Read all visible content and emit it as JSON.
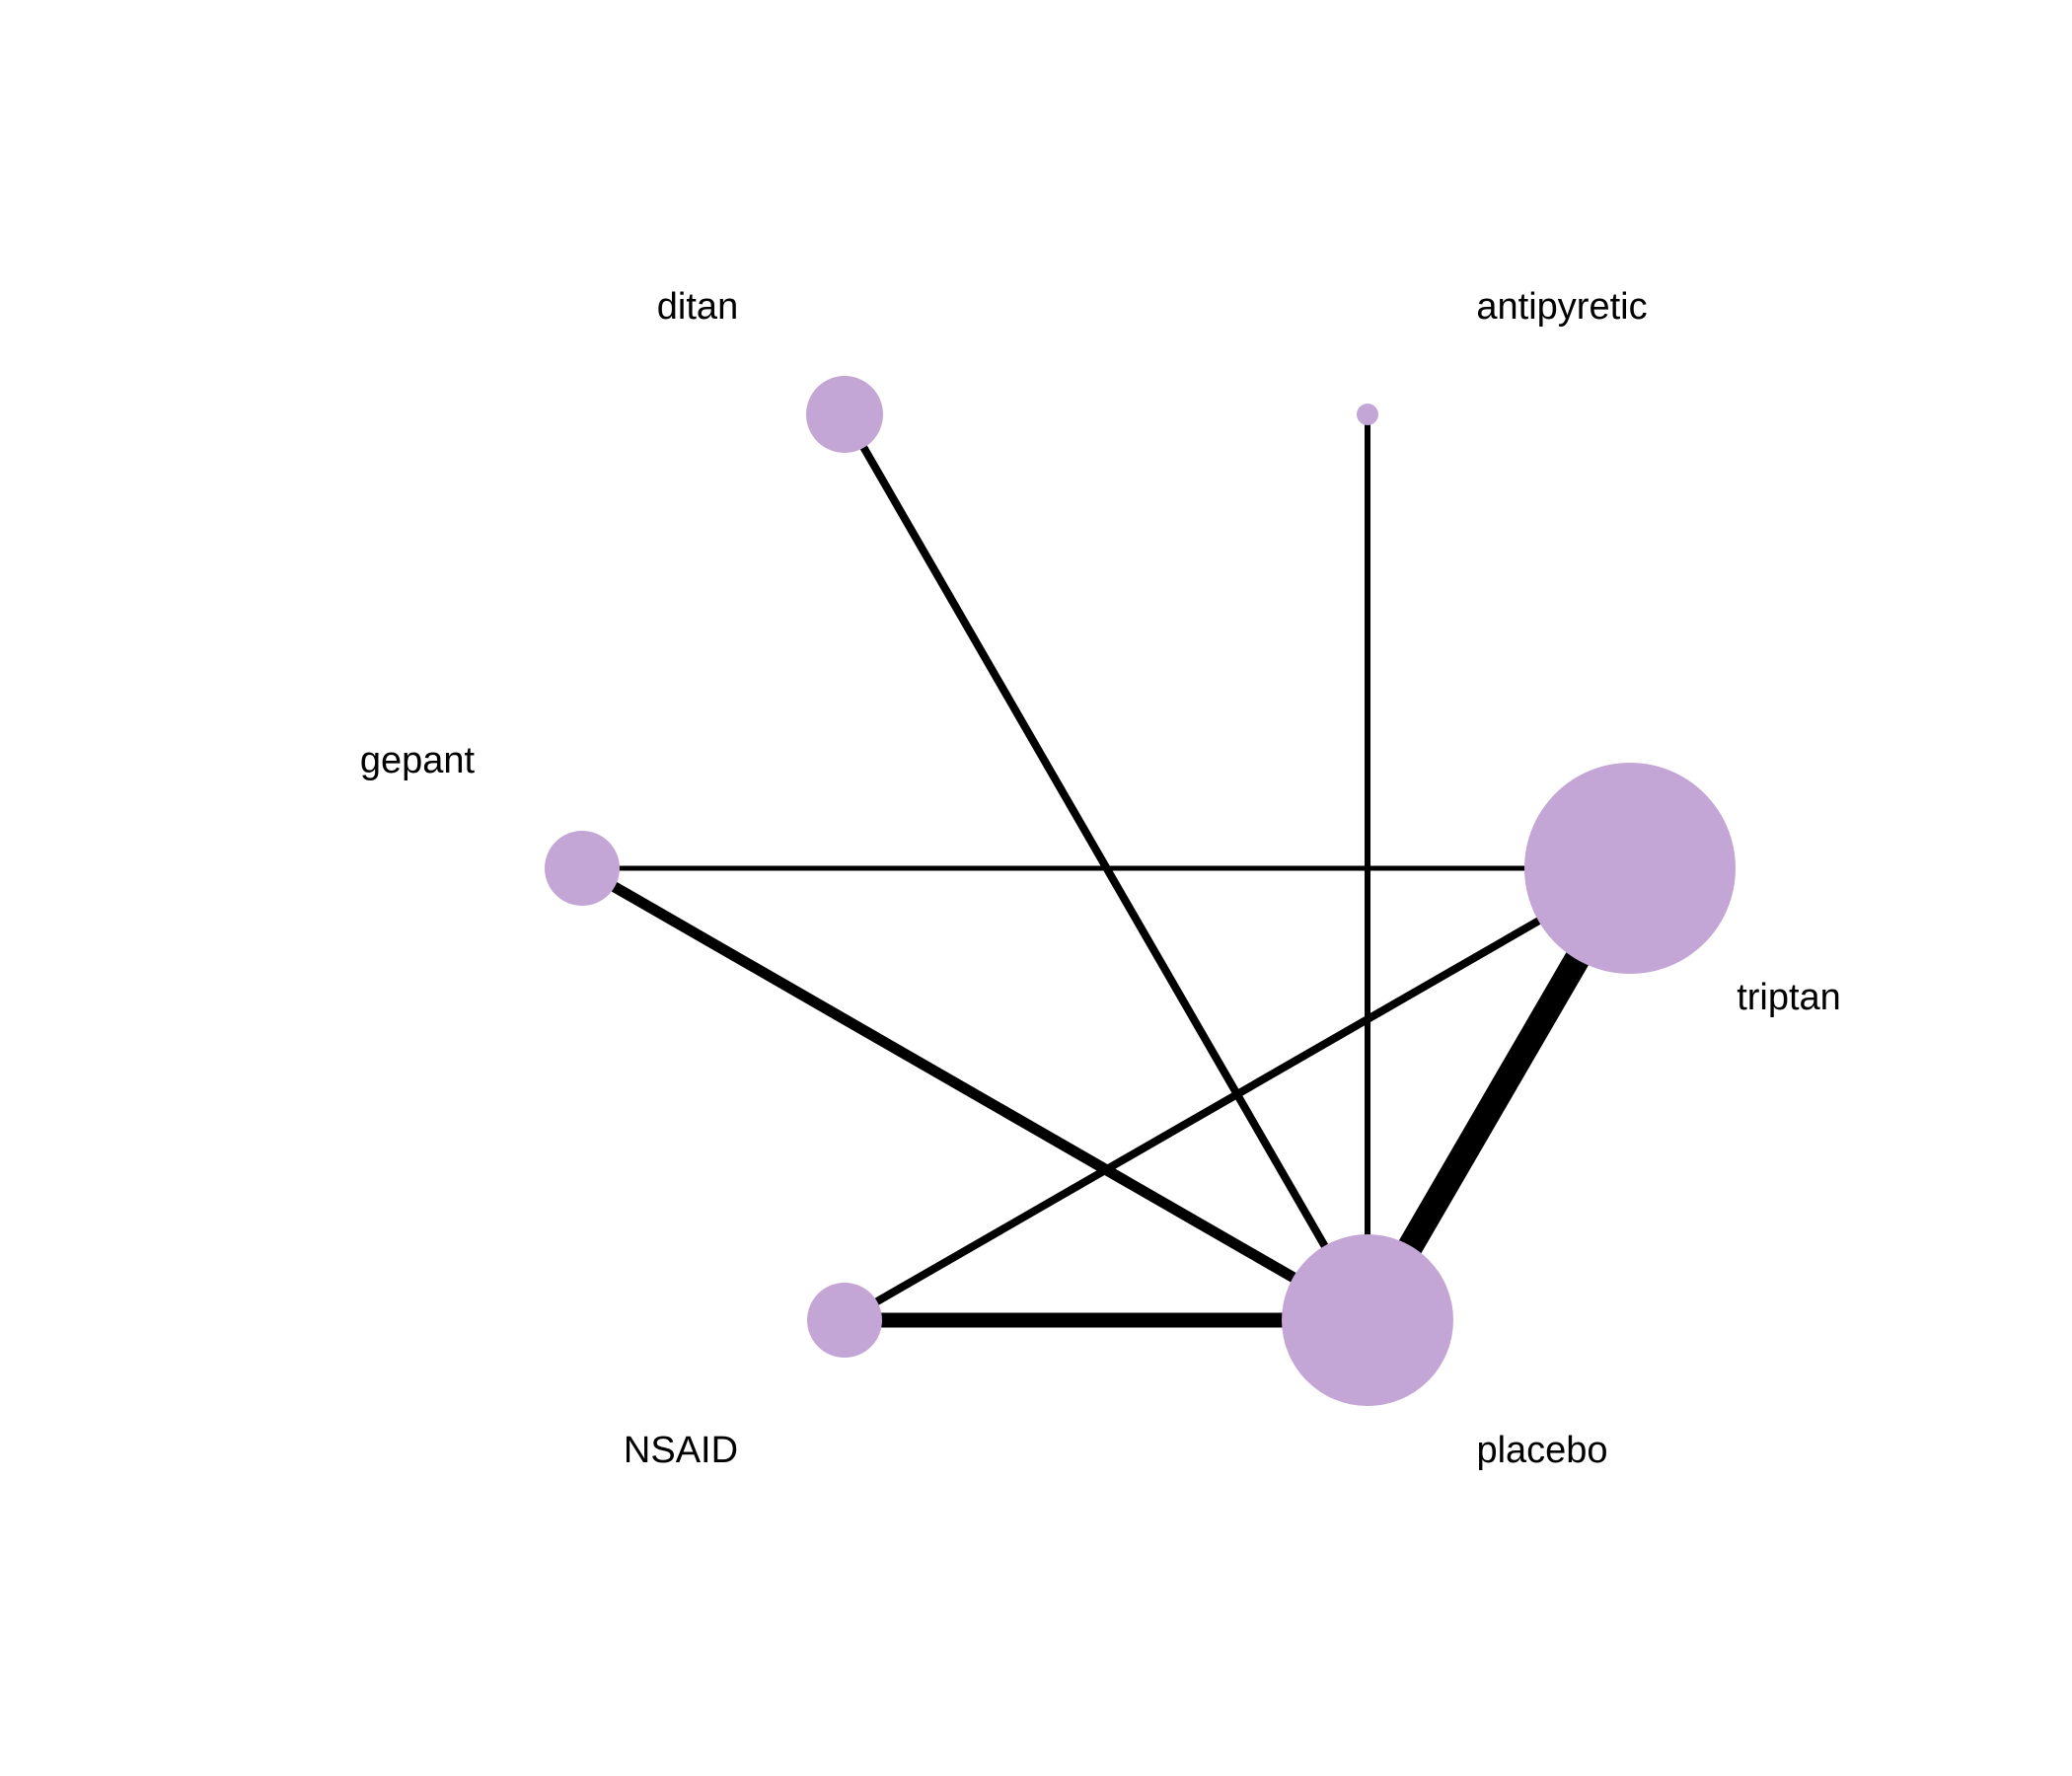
{
  "diagram": {
    "type": "network",
    "colors": {
      "node_fill": "#c4a6d6",
      "edge": "#000000",
      "label": "#000000",
      "background": "#ffffff"
    },
    "nodes": [
      {
        "id": "ditan",
        "label": "ditan"
      },
      {
        "id": "antipyretic",
        "label": "antipyretic"
      },
      {
        "id": "gepant",
        "label": "gepant"
      },
      {
        "id": "triptan",
        "label": "triptan"
      },
      {
        "id": "NSAID",
        "label": "NSAID"
      },
      {
        "id": "placebo",
        "label": "placebo"
      }
    ],
    "edges": [
      {
        "from": "ditan",
        "to": "placebo"
      },
      {
        "from": "antipyretic",
        "to": "placebo"
      },
      {
        "from": "gepant",
        "to": "triptan"
      },
      {
        "from": "gepant",
        "to": "placebo"
      },
      {
        "from": "NSAID",
        "to": "triptan"
      },
      {
        "from": "NSAID",
        "to": "placebo"
      },
      {
        "from": "triptan",
        "to": "placebo"
      }
    ]
  }
}
